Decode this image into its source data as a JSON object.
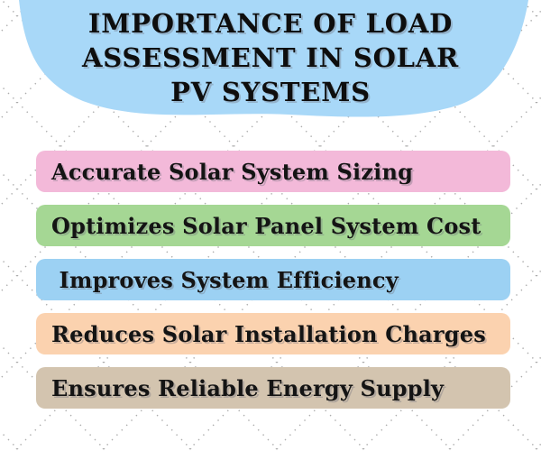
{
  "title": {
    "lines": [
      "IMPORTANCE OF LOAD",
      "ASSESSMENT IN SOLAR",
      "PV SYSTEMS"
    ]
  },
  "benefits": [
    {
      "label": "Accurate Solar System Sizing",
      "color": "#f3b9d9"
    },
    {
      "label": "Optimizes Solar Panel System Cost",
      "color": "#a5d794"
    },
    {
      "label": " Improves System Efficiency",
      "color": "#9cd1f3"
    },
    {
      "label": "Reduces Solar Installation Charges",
      "color": "#fbd2af"
    },
    {
      "label": "Ensures Reliable Energy Supply",
      "color": "#d3c4af"
    }
  ],
  "colors": {
    "header_blob": "#a8d8f8",
    "background": "#ffffff",
    "pattern_dot": "#8f8f8f",
    "text": "#0e0e0e"
  }
}
